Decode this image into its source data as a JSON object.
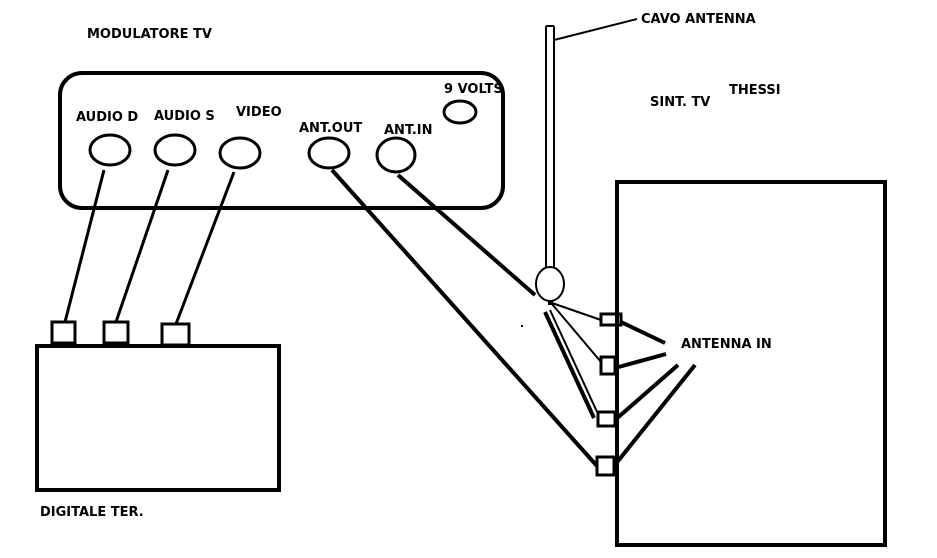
{
  "labels": {
    "modulatore_tv": "MODULATORE TV",
    "cavo_antenna": "CAVO ANTENNA",
    "sint_tv": "SINT. TV",
    "thessi": "THESSI",
    "nine_volts": "9 VOLTS",
    "audio_d": "AUDIO D",
    "audio_s": "AUDIO S",
    "video": "VIDEO",
    "ant_out": "ANT.OUT",
    "ant_in": "ANT.IN",
    "antenna_in": "ANTENNA IN",
    "digitale_ter": "DIGITALE TER."
  },
  "colors": {
    "line": "#000000",
    "background": "#ffffff"
  }
}
